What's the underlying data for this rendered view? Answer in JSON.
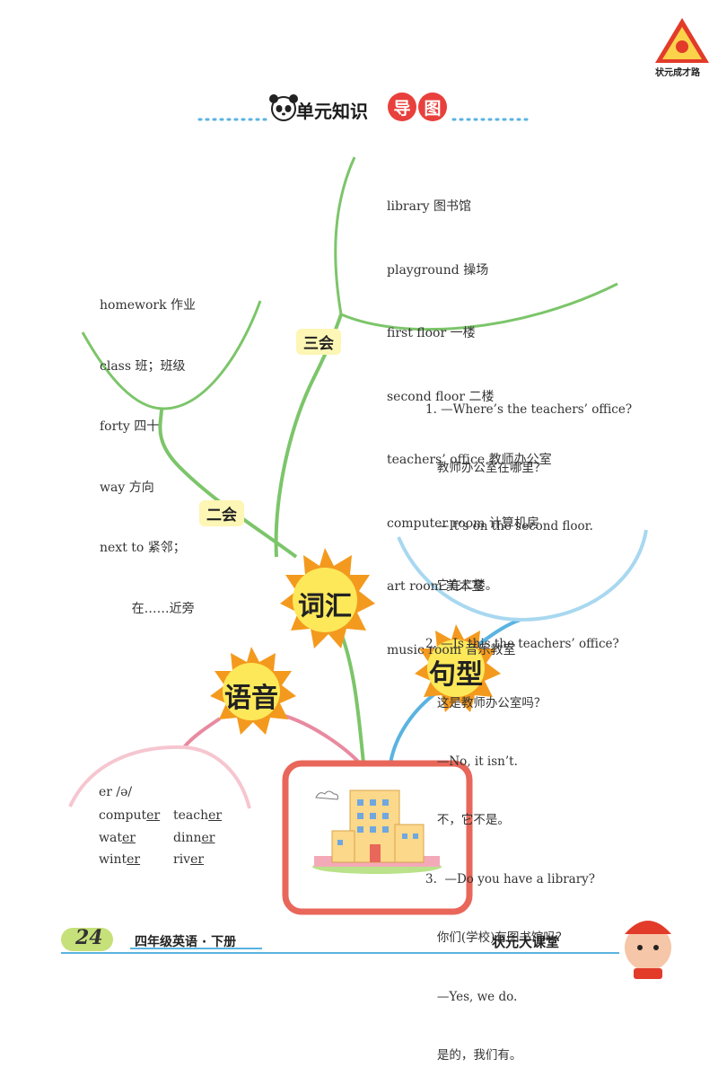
{
  "logo": {
    "text": "状元成才路"
  },
  "header": {
    "title": "单元知识",
    "badge_1": "导",
    "badge_2": "图"
  },
  "branches": {
    "sanhui": {
      "label": "三会",
      "items": [
        "library 图书馆",
        "playground 操场",
        "first floor 一楼",
        "second floor 二楼",
        "teachers’ office 教师办公室",
        "computer room 计算机房",
        "art room 美术室",
        "music room 音乐教室"
      ]
    },
    "erhui": {
      "label": "二会",
      "items": [
        "homework 作业",
        "class 班；班级",
        "forty 四十",
        "way 方向",
        "next to 紧邻；",
        "        在……近旁"
      ]
    },
    "juxing": {
      "label": "句型",
      "lines": [
        "1. —Where’s the teachers’ office?",
        "   教师办公室在哪里？",
        "   —It’s on the second floor.",
        "   它在二楼。",
        "2. —Is this the teachers’ office?",
        "   这是教师办公室吗？",
        "   —No, it isn’t.",
        "   不，它不是。",
        "3.  —Do you have a library?",
        "   你们(学校)有图书馆吗？",
        "   —Yes, we do.",
        "   是的，我们有。"
      ]
    },
    "cihui": {
      "label": "词汇"
    },
    "yuyin": {
      "label": "语音",
      "sound": "er  /ə/",
      "words": [
        {
          "word": "computer",
          "pre": "comput",
          "ul": "er"
        },
        {
          "word": "teacher",
          "pre": "teach",
          "ul": "er"
        },
        {
          "word": "water",
          "pre": "wat",
          "ul": "er"
        },
        {
          "word": "dinner",
          "pre": "dinn",
          "ul": "er"
        },
        {
          "word": "winter",
          "pre": "wint",
          "ul": "er"
        },
        {
          "word": "river",
          "pre": "riv",
          "ul": "er"
        }
      ]
    }
  },
  "footer": {
    "page_number": "24",
    "book_title": "四年级英语 · 下册",
    "brand": "状元大课堂"
  },
  "colors": {
    "green_branch": "#7cc56a",
    "blue_branch": "#5ab3e0",
    "pink_branch": "#e88aa0",
    "sun_orange": "#f39a1e",
    "sun_yellow": "#fde85a",
    "pot_red": "#e8675a",
    "footer_green": "#c6e07a"
  }
}
